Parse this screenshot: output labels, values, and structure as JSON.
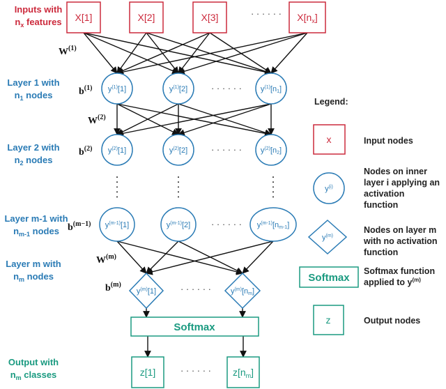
{
  "row_labels": {
    "input": [
      "Inputs with",
      "n",
      "x",
      " features"
    ],
    "layer1": [
      "Layer 1 with",
      "n",
      "1",
      " nodes"
    ],
    "layer2": [
      "Layer 2 with",
      "n",
      "2",
      " nodes"
    ],
    "layerm1": [
      "Layer m-1 with",
      "n",
      "m-1",
      " nodes"
    ],
    "layerm": [
      "Layer m with",
      "n",
      "m",
      " nodes"
    ],
    "output": [
      "Output with",
      "n",
      "m",
      " classes"
    ]
  },
  "inputs": {
    "n1": "X[1]",
    "n2": "X[2]",
    "n3": "X[3]",
    "nlast_base": "X[n",
    "nlast_sub": "x",
    "nlast_end": "]"
  },
  "layer1": {
    "base": "y",
    "sup": "(1)",
    "idx1": "[1]",
    "idx2": "[2]",
    "idxn_a": "[n",
    "idxn_sub": "1",
    "idxn_b": "]"
  },
  "layer2": {
    "base": "y",
    "sup": "(2)",
    "idx1": "[1]",
    "idx2": "[2]",
    "idxn_a": "[n",
    "idxn_sub": "2",
    "idxn_b": "]"
  },
  "layerm1": {
    "base": "y",
    "sup": "(m-1)",
    "idx1": "[1]",
    "idx2": "[2]",
    "idxn_a": "[n",
    "idxn_sub": "m-1",
    "idxn_b": "]"
  },
  "layerm": {
    "base": "y",
    "sup": "(m)",
    "idx1": "[1]",
    "idxn_a": "[n",
    "idxn_sub": "m",
    "idxn_b": "]"
  },
  "weights": {
    "w1_base": "W",
    "w1_sup": "(1)",
    "w2_base": "W",
    "w2_sup": "(2)",
    "wm_base": "W",
    "wm_sup": "(m)",
    "b1_base": "b",
    "b1_sup": "(1)",
    "b2_base": "b",
    "b2_sup": "(2)",
    "bm1_base": "b",
    "bm1_sup": "(m−1)",
    "bm_base": "b",
    "bm_sup": "(m)"
  },
  "softmax_label": "Softmax",
  "outputs": {
    "o1": "z[1]",
    "on_a": "z[n",
    "on_sub": "m",
    "on_b": "]"
  },
  "ellipsis": "· · · · · ·",
  "legend": {
    "title": "Legend:",
    "input_symbol": "x",
    "input_text": "Input nodes",
    "inner_symbol_base": "y",
    "inner_symbol_sup": "(i)",
    "inner_text": [
      "Nodes on inner",
      "layer i applying an",
      "activation",
      "function"
    ],
    "lastlayer_symbol_base": "y",
    "lastlayer_symbol_sup": "(m)",
    "lastlayer_text": [
      "Nodes on layer m",
      "with no activation",
      "function"
    ],
    "softmax_symbol": "Softmax",
    "softmax_text_1": "Softmax function",
    "softmax_text_2a": "applied to y",
    "softmax_text_2sup": "(m)",
    "output_symbol": "z",
    "output_text": "Output nodes"
  },
  "colors": {
    "red": "#cc2a3c",
    "blue": "#2a7bb5",
    "teal": "#1a9a80",
    "arrow": "#111111"
  }
}
